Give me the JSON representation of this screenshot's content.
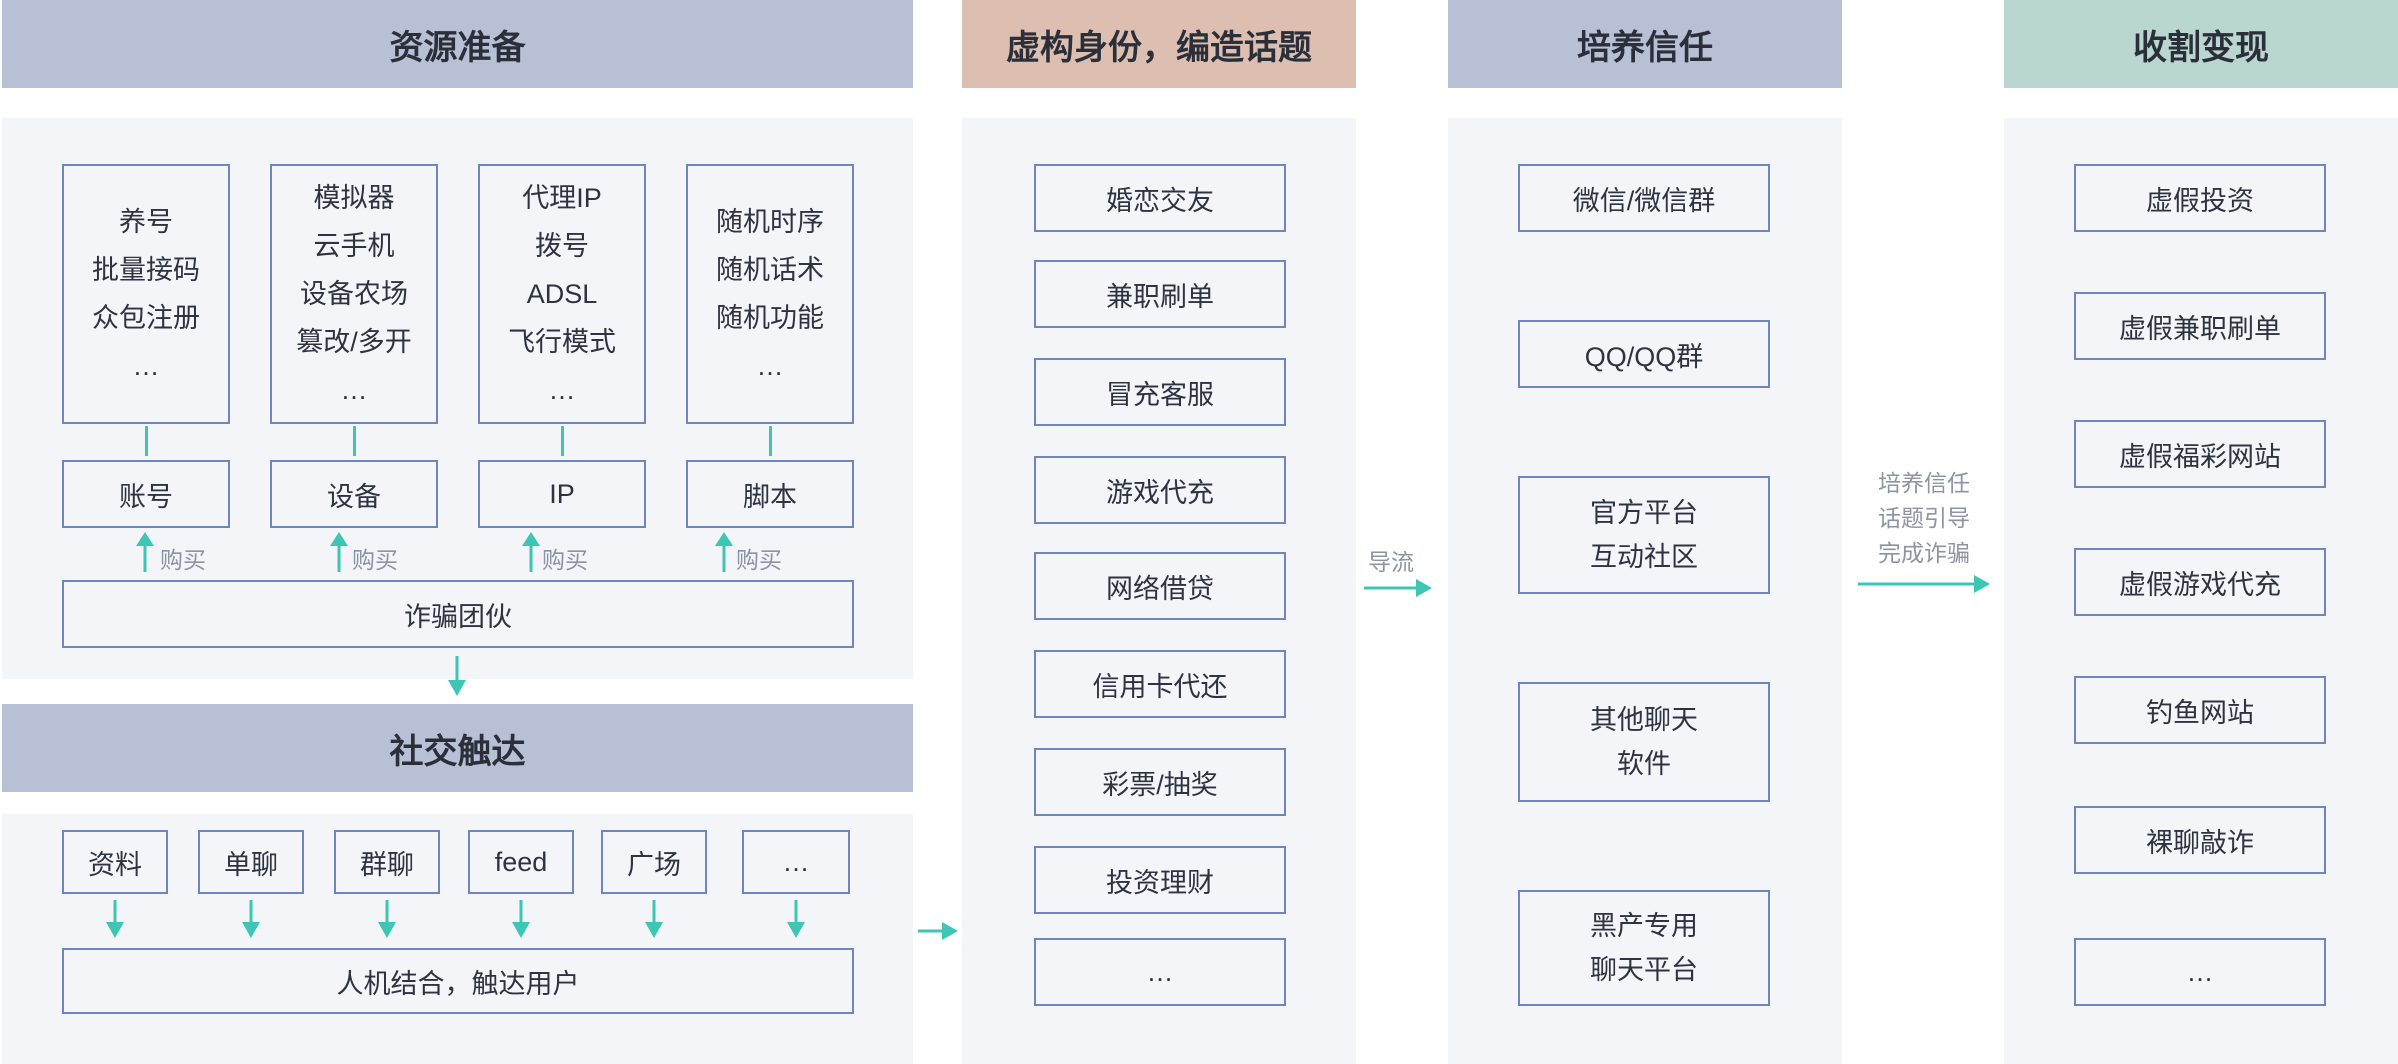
{
  "columns": {
    "resources": {
      "title": "资源准备",
      "groups": [
        {
          "items": [
            "养号",
            "批量接码",
            "众包注册",
            "…"
          ],
          "label": "账号",
          "buy": "购买"
        },
        {
          "items": [
            "模拟器",
            "云手机",
            "设备农场",
            "篡改/多开",
            "…"
          ],
          "label": "设备",
          "buy": "购买"
        },
        {
          "items": [
            "代理IP",
            "拨号",
            "ADSL",
            "飞行模式",
            "…"
          ],
          "label": "IP",
          "buy": "购买"
        },
        {
          "items": [
            "随机时序",
            "随机话术",
            "随机功能",
            "…"
          ],
          "label": "脚本",
          "buy": "购买"
        }
      ],
      "gang": "诈骗团伙"
    },
    "social": {
      "title": "社交触达",
      "items": [
        "资料",
        "单聊",
        "群聊",
        "feed",
        "广场",
        "…"
      ],
      "result": "人机结合，触达用户"
    },
    "identity": {
      "title": "虚构身份，编造话题",
      "items": [
        "婚恋交友",
        "兼职刷单",
        "冒充客服",
        "游戏代充",
        "网络借贷",
        "信用卡代还",
        "彩票/抽奖",
        "投资理财",
        "…"
      ]
    },
    "trust": {
      "title": "培养信任",
      "items": [
        [
          "微信/微信群"
        ],
        [
          "QQ/QQ群"
        ],
        [
          "官方平台",
          "互动社区"
        ],
        [
          "其他聊天",
          "软件"
        ],
        [
          "黑产专用",
          "聊天平台"
        ]
      ]
    },
    "harvest": {
      "title": "收割变现",
      "items": [
        "虚假投资",
        "虚假兼职刷单",
        "虚假福彩网站",
        "虚假游戏代充",
        "钓鱼网站",
        "裸聊敲诈",
        "…"
      ]
    }
  },
  "connectors": {
    "divert": "导流",
    "trust_label": [
      "培养信任",
      "话题引导",
      "完成诈骗"
    ]
  },
  "colors": {
    "header_blue": "#b8c0d6",
    "header_peach": "#dcbfb0",
    "header_green": "#b9d6d0",
    "panel": "#f4f5f8",
    "box_border": "#6f85bf",
    "arrow": "#3cc6b3",
    "muted_text": "#8d93a3"
  }
}
